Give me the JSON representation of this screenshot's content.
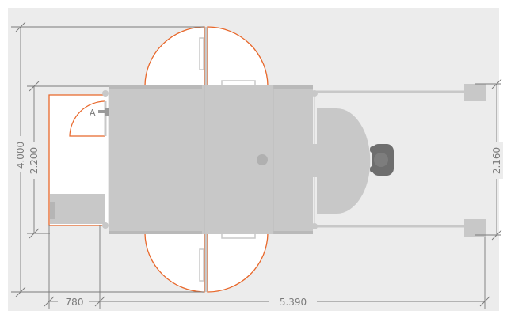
{
  "dimensions": {
    "overall_height": "4.000",
    "inner_height": "2.200",
    "right_height": "2.160",
    "left_width": "780",
    "overall_width": "5.390"
  },
  "labels": {
    "marker_a": "A"
  },
  "colors": {
    "background": "#ececec",
    "machine": "#c8c8c8",
    "machine_dark": "#b5b5b5",
    "dimension_line": "#7a7a7a",
    "door_swing": "#e8672a",
    "operator": "#6e6e6e",
    "white": "#ffffff"
  },
  "icons": {
    "operator": "operator-topview-icon"
  }
}
